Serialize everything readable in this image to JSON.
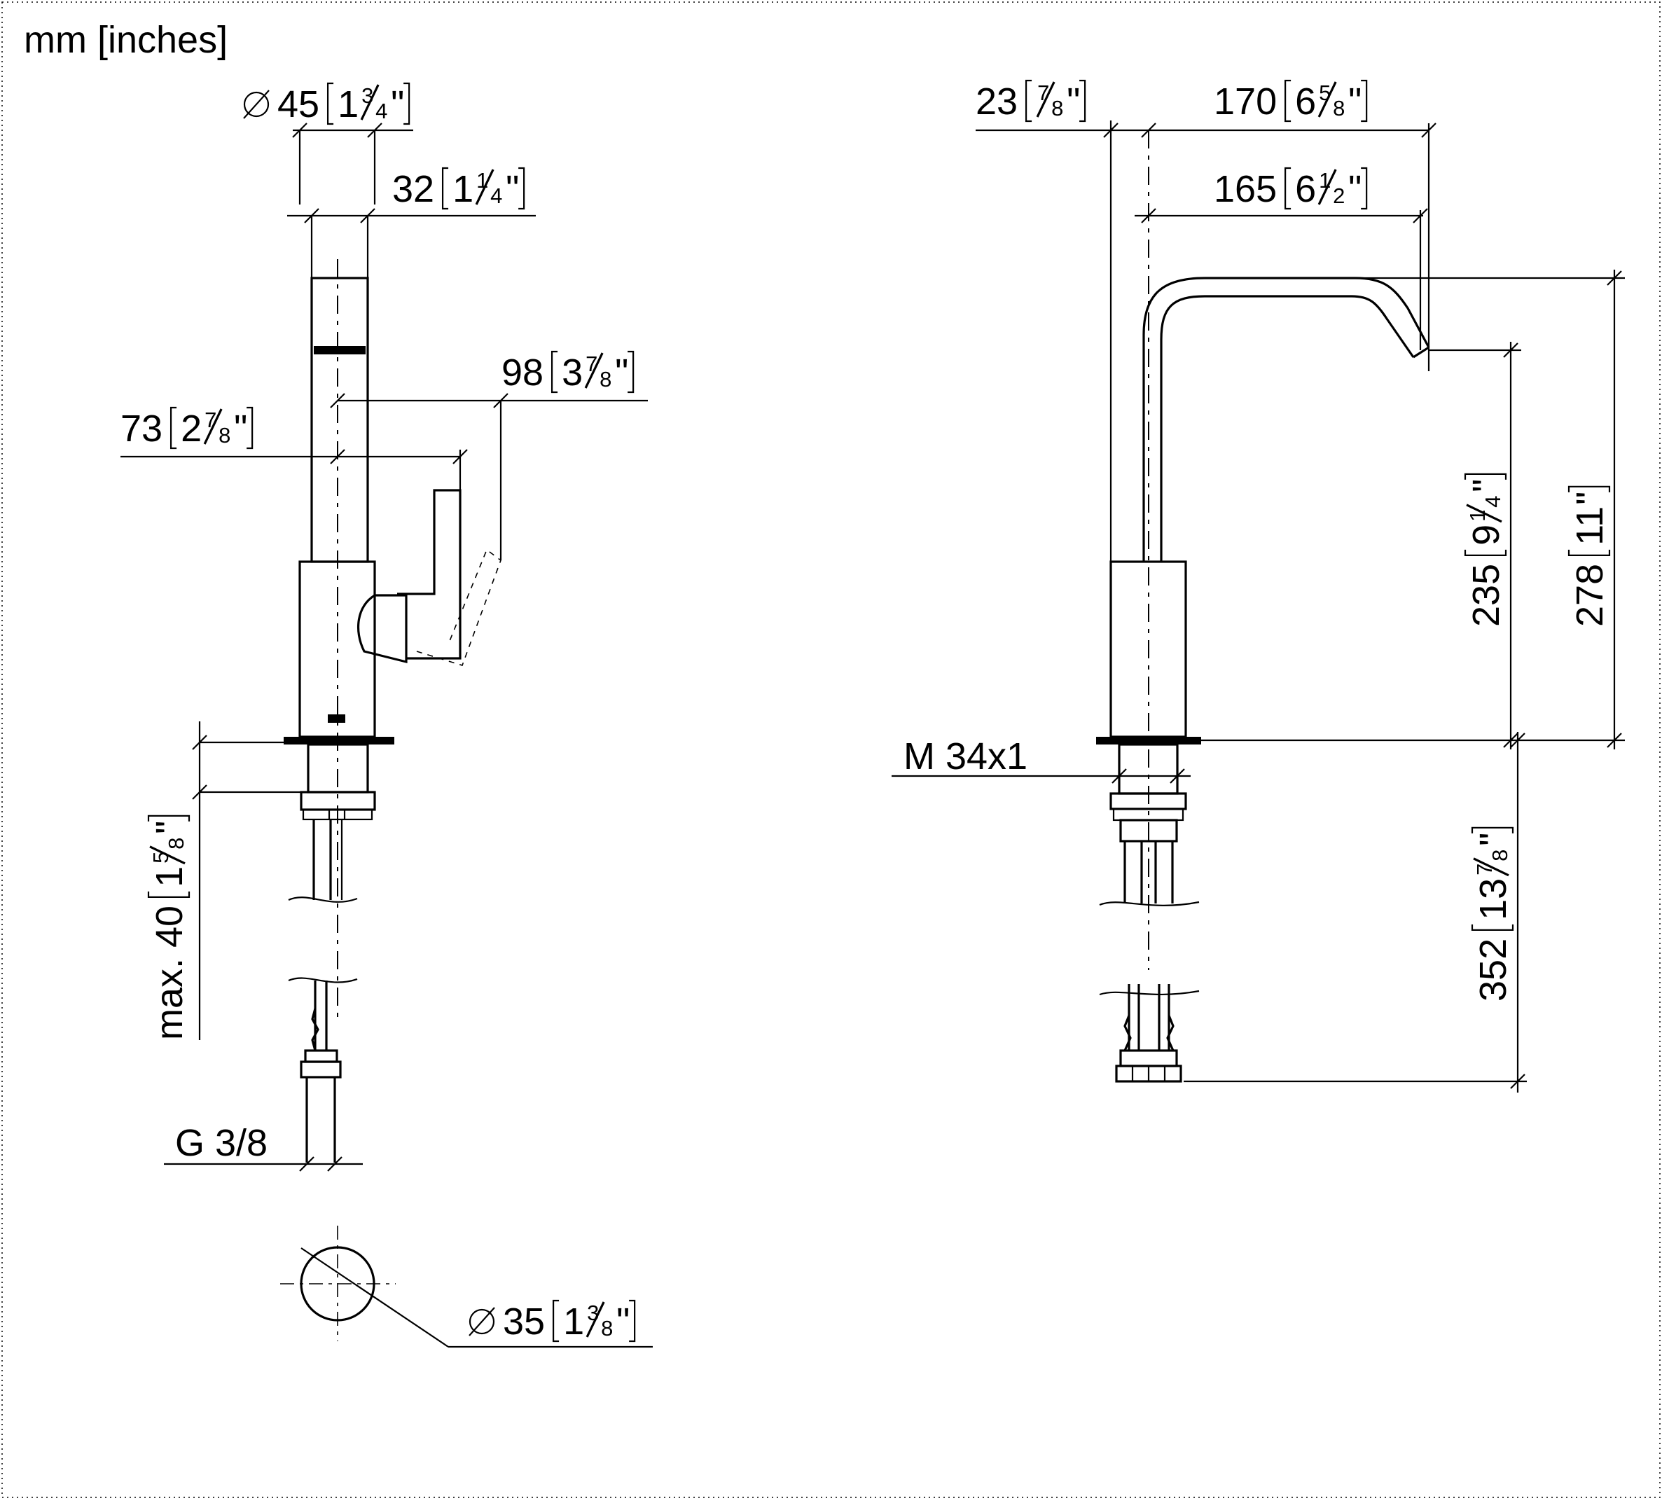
{
  "units_label": "mm [inches]",
  "quote_char": "\"",
  "dimensions": {
    "d45": {
      "mm": "45",
      "whole": "1",
      "num": "3",
      "den": "4",
      "prefix": "⌀"
    },
    "d32": {
      "mm": "32",
      "whole": "1",
      "num": "1",
      "den": "4"
    },
    "d98": {
      "mm": "98",
      "whole": "3",
      "num": "7",
      "den": "8"
    },
    "d73": {
      "mm": "73",
      "whole": "2",
      "num": "7",
      "den": "8"
    },
    "d40": {
      "mm": "max. 40",
      "whole": "1",
      "num": "5",
      "den": "8"
    },
    "g38": {
      "text": "G 3/8"
    },
    "d35": {
      "mm": "35",
      "whole": "1",
      "num": "3",
      "den": "8",
      "prefix": "⌀"
    },
    "d23": {
      "mm": "23",
      "whole": "",
      "num": "7",
      "den": "8"
    },
    "d170": {
      "mm": "170",
      "whole": "6",
      "num": "5",
      "den": "8"
    },
    "d165": {
      "mm": "165",
      "whole": "6",
      "num": "1",
      "den": "2"
    },
    "d235": {
      "mm": "235",
      "whole": "9",
      "num": "1",
      "den": "4"
    },
    "d278": {
      "mm": "278",
      "whole": "11",
      "num": "",
      "den": ""
    },
    "d352": {
      "mm": "352",
      "whole": "13",
      "num": "7",
      "den": "8"
    },
    "m34": {
      "text": "M 34x1"
    }
  }
}
